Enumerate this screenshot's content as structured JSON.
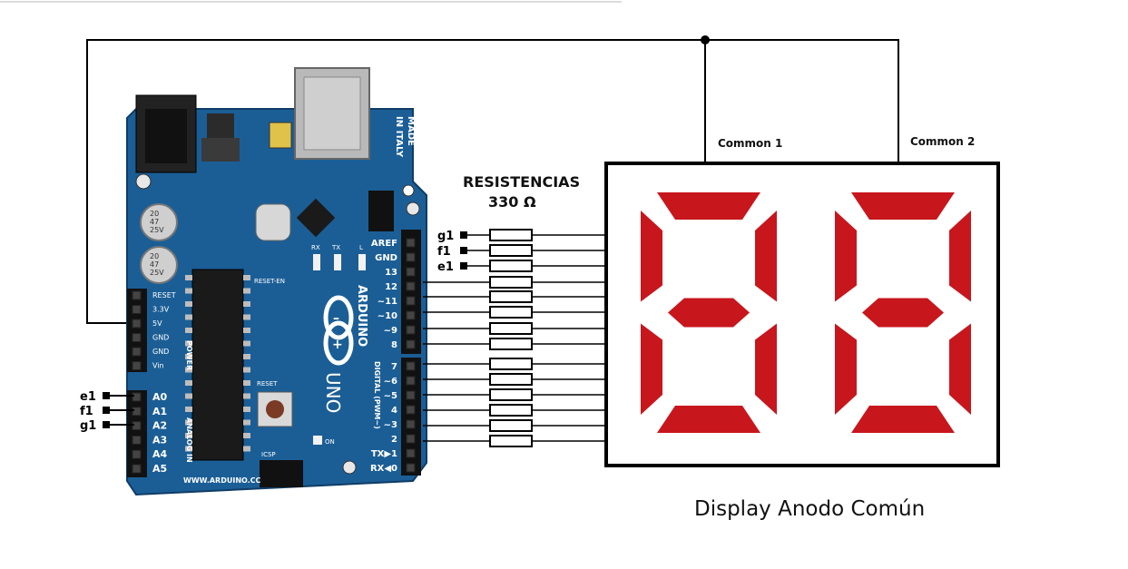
{
  "resistors": {
    "title": "RESISTENCIAS",
    "value": "330 Ω",
    "left_labels": [
      "g1",
      "f1",
      "e1"
    ]
  },
  "display": {
    "caption": "Display Anodo Común",
    "common_labels": [
      "Common 1",
      "Common 2"
    ],
    "segment_color": "#c8161d"
  },
  "analog_wires": [
    "e1",
    "f1",
    "g1"
  ],
  "board": {
    "color": "#1b5e96",
    "made_in": [
      "MADE",
      "IN ITALY"
    ],
    "brand": "ARDUINO",
    "model": "UNO",
    "website": "WWW.ARDUINO.CC",
    "power_title": "POWER",
    "analog_title": "ANALOG IN",
    "digital_title": "DIGITAL (PWM~)",
    "power_pins": [
      "RESET",
      "3.3V",
      "5V",
      "GND",
      "GND",
      "Vin"
    ],
    "analog_pins": [
      "A0",
      "A1",
      "A2",
      "A3",
      "A4",
      "A5"
    ],
    "digital_top_pins": [
      "AREF",
      "GND",
      "13",
      "12",
      "~11",
      "~10",
      "~9",
      "8"
    ],
    "digital_bottom_pins": [
      "7",
      "~6",
      "~5",
      "4",
      "~3",
      "2",
      "TX▶1",
      "RX◀0"
    ],
    "misc_labels": {
      "reset_en": "RESET-EN",
      "reset": "RESET",
      "icsp": "ICSP",
      "on": "ON",
      "rx": "RX",
      "tx": "TX",
      "l": "L",
      "cap1": [
        "20",
        "47",
        "25V"
      ],
      "cap2": [
        "20",
        "47",
        "25V"
      ]
    }
  }
}
